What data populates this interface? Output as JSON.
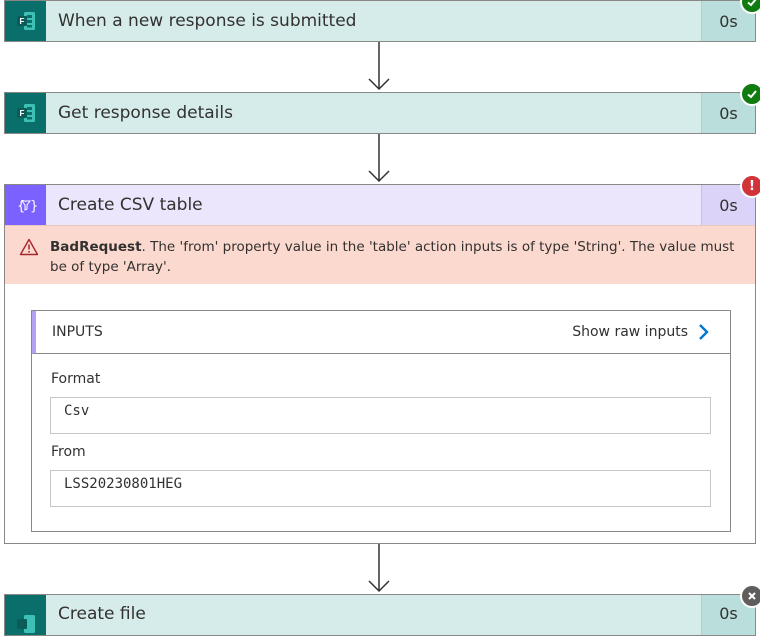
{
  "steps": {
    "trigger": {
      "title": "When a new response is submitted",
      "duration": "0s",
      "status": "succeeded"
    },
    "details": {
      "title": "Get response details",
      "duration": "0s",
      "status": "succeeded"
    },
    "csv": {
      "title": "Create CSV table",
      "duration": "0s",
      "status": "failed",
      "error": {
        "code": "BadRequest",
        "message": ". The 'from' property value in the 'table' action inputs is of type 'String'. The value must be of type 'Array'."
      },
      "inputs": {
        "header": "INPUTS",
        "show_raw_label": "Show raw inputs",
        "format_label": "Format",
        "format_value": "Csv",
        "from_label": "From",
        "from_value": "LSS20230801HEG"
      }
    },
    "file": {
      "title": "Create file",
      "duration": "0s",
      "status": "cancelled"
    }
  },
  "icons": {
    "forms": "forms-icon",
    "data_operation": "data-operation-icon",
    "success": "checkmark-icon",
    "error": "exclamation-icon",
    "cancelled": "close-icon",
    "arrow": "arrow-down-icon",
    "warning": "warning-icon",
    "chevron": "chevron-right-icon"
  },
  "colors": {
    "forms_icon_bg": "#0a6e6b",
    "forms_header_bg": "#d6eceb",
    "csv_icon_bg": "#7b61ff",
    "csv_header_bg": "#ebe6fb",
    "error_band_bg": "#fcd9cf",
    "success": "#107c10",
    "error": "#d13438",
    "link": "#0078d4"
  }
}
